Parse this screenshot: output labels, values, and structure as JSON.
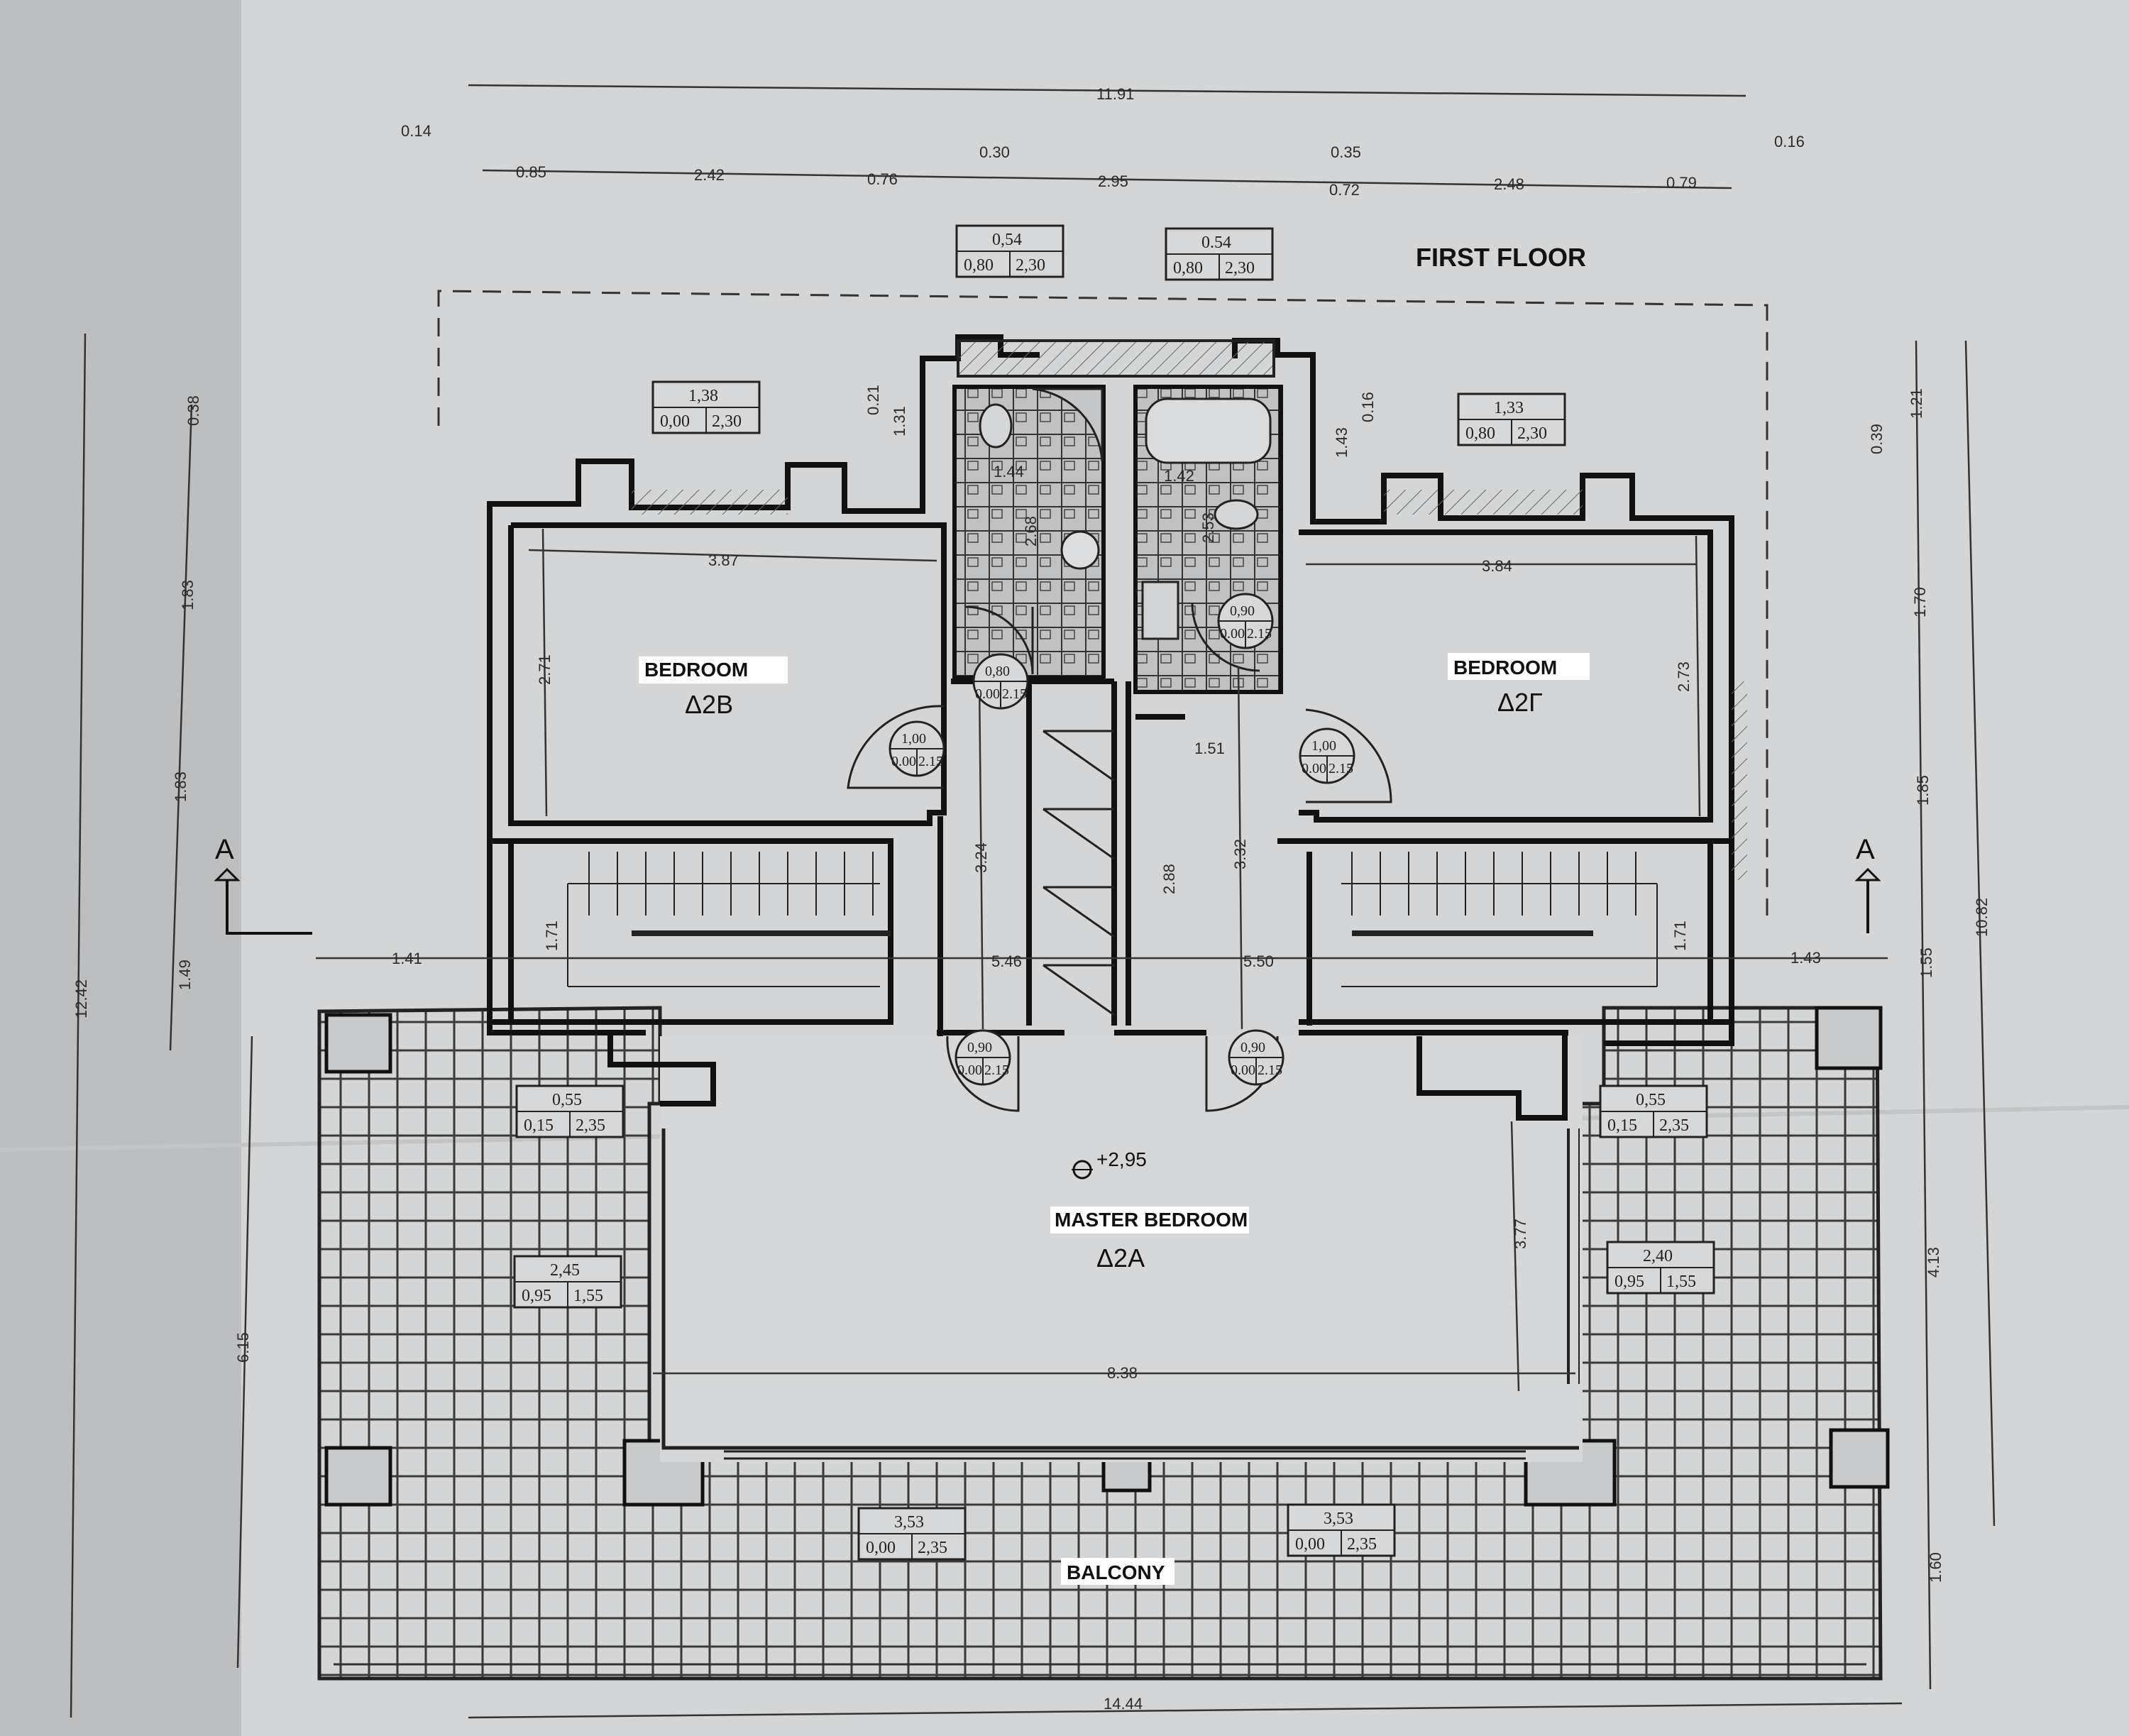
{
  "title": "FIRST FLOOR",
  "rooms": {
    "bedroom_left": {
      "label": "BEDROOM",
      "code": "Δ2Β"
    },
    "bedroom_right": {
      "label": "BEDROOM",
      "code": "Δ2Γ"
    },
    "master": {
      "label": "MASTER BEDROOM",
      "code": "Δ2Α"
    },
    "balcony": {
      "label": "BALCONY"
    }
  },
  "elevation": "+2,95",
  "section_marker": "A",
  "top_dims": {
    "overall": "11.91",
    "d1": "0.14",
    "d2": "0.30",
    "d3": "0.35",
    "d4": "0.16",
    "d5": "0.85",
    "d6": "2.42",
    "d7": "0.76",
    "d8": "2.95",
    "d9": "0.72",
    "d10": "2.48",
    "d11": "0.79"
  },
  "bottom_dim": "14.44",
  "left_dims": {
    "overall": "12.42",
    "a": "0.38",
    "b": "1.83",
    "c": "1.83",
    "d": "1.49",
    "e": "6.15"
  },
  "right_dims": {
    "overall": "10.82",
    "a": "1.21",
    "b": "0.39",
    "c": "1.70",
    "d": "1.85",
    "e": "1.55",
    "f": "4.13",
    "g": "1.60"
  },
  "interior_dims": {
    "bed_left_w": "3.87",
    "bed_left_h": "2.71",
    "bed_right_w": "3.84",
    "bed_right_h": "2.73",
    "bath_left_w": "1.44",
    "bath_left_h": "2.68",
    "bath_left_top": "0.21",
    "bath_left_side": "1.31",
    "bath_right_w": "1.42",
    "bath_right_h": "2.53",
    "bath_right_top": "1.43",
    "bath_right_side": "0.16",
    "corridor_left": "3.24",
    "corridor_right": "3.32",
    "corridor_mid": "2.88",
    "corridor_w": "1.51",
    "stair_left": "1.71",
    "stair_right": "1.71",
    "span_left": "5.46",
    "span_right": "5.50",
    "side_left": "1.41",
    "side_right": "1.43",
    "master_w": "8.38",
    "master_h": "3.77"
  },
  "windows": [
    {
      "top": "0,54",
      "a": "0,80",
      "b": "2,30"
    },
    {
      "top": "0.54",
      "a": "0,80",
      "b": "2,30"
    },
    {
      "top": "1,38",
      "a": "0,00",
      "b": "2,30"
    },
    {
      "top": "1,33",
      "a": "0,80",
      "b": "2,30"
    },
    {
      "top": "0,55",
      "a": "0,15",
      "b": "2,35"
    },
    {
      "top": "0,55",
      "a": "0,15",
      "b": "2,35"
    },
    {
      "top": "2,45",
      "a": "0,95",
      "b": "1,55"
    },
    {
      "top": "2,40",
      "a": "0,95",
      "b": "1,55"
    },
    {
      "top": "3,53",
      "a": "0,00",
      "b": "2,35"
    },
    {
      "top": "3,53",
      "a": "0,00",
      "b": "2,35"
    }
  ],
  "doors": [
    {
      "top": "1,00",
      "a": "0.00",
      "b": "2.15"
    },
    {
      "top": "0,80",
      "a": "0.00",
      "b": "2.15"
    },
    {
      "top": "0,90",
      "a": "0.00",
      "b": "2.15"
    },
    {
      "top": "1,00",
      "a": "0.00",
      "b": "2.15"
    },
    {
      "top": "0,90",
      "a": "0.00",
      "b": "2.15"
    },
    {
      "top": "0,90",
      "a": "0.00",
      "b": "2.15"
    }
  ]
}
